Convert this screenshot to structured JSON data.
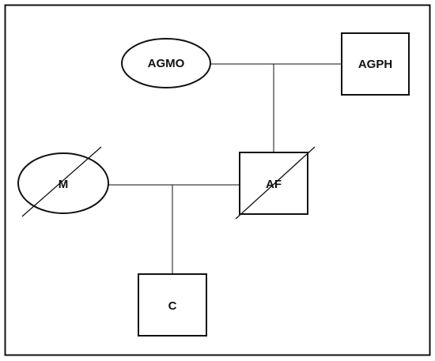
{
  "diagram": {
    "type": "pedigree",
    "nodes": {
      "agmo": {
        "label": "AGMO",
        "shape": "ellipse",
        "deceased": false
      },
      "agph": {
        "label": "AGPH",
        "shape": "square",
        "deceased": false
      },
      "m": {
        "label": "M",
        "shape": "ellipse",
        "deceased": true
      },
      "af": {
        "label": "AF",
        "shape": "square",
        "deceased": true
      },
      "c": {
        "label": "C",
        "shape": "square",
        "deceased": false
      }
    },
    "relations": [
      {
        "type": "couple",
        "members": [
          "AGMO",
          "AGPH"
        ]
      },
      {
        "type": "parent-child",
        "parents": [
          "AGMO",
          "AGPH"
        ],
        "child": "AF"
      },
      {
        "type": "couple",
        "members": [
          "M",
          "AF"
        ]
      },
      {
        "type": "parent-child",
        "parents": [
          "M",
          "AF"
        ],
        "child": "C"
      }
    ],
    "colors": {
      "stroke": "#111111",
      "background": "#ffffff"
    }
  }
}
